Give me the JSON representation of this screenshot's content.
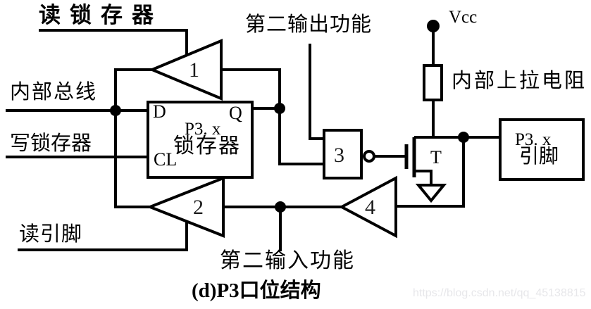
{
  "diagram": {
    "caption": "(d)P3口位结构",
    "watermark": "https://blog.csdn.net/qq_45138815",
    "signals": {
      "read_latch": "读锁存器",
      "internal_bus": "内部总线",
      "write_latch": "写锁存器",
      "read_pin": "读引脚",
      "second_output_function": "第二输出功能",
      "second_input_function": "第二输入功能",
      "vcc": "Vcc",
      "pullup_resistor": "内部上拉电阻"
    },
    "latch": {
      "d": "D",
      "q": "Q",
      "cl": "CL",
      "name_line1": "P3. x",
      "name_line2": "锁存器"
    },
    "pin_box": {
      "name_line1": "P3. x",
      "name_line2": "引脚"
    },
    "components": {
      "buffer1": "1",
      "buffer2": "2",
      "gate3": "3",
      "buffer4": "4",
      "transistor": "T"
    },
    "colors": {
      "line": "#000000",
      "background": "#ffffff",
      "watermark": "#e7e7ea"
    }
  }
}
